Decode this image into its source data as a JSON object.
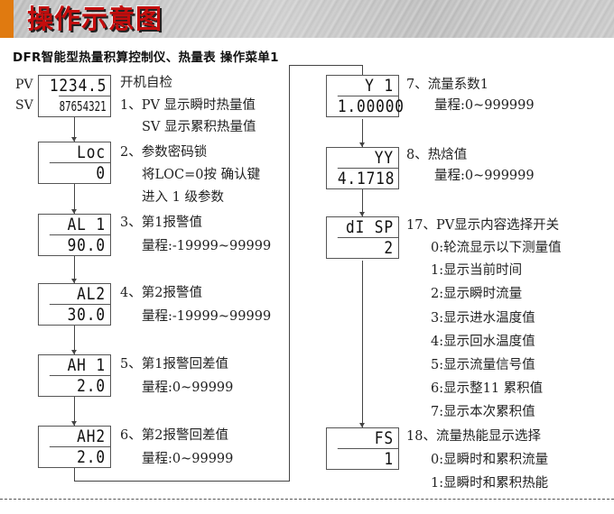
{
  "header": {
    "title": "操作示意图",
    "accent_color": "#e07a10",
    "title_color": "#c40d0d"
  },
  "subtitle": "DFR智能型热量积算控制仪、热量表  操作菜单1",
  "left_column": [
    {
      "id": "self-test",
      "labels": [
        "PV",
        "SV"
      ],
      "display": [
        "1234.5",
        "87654321"
      ],
      "desc": [
        "开机自检",
        "1、PV 显示瞬时热量值",
        "SV 显示累积热量值"
      ]
    },
    {
      "id": "loc",
      "display": [
        "Loc",
        "0"
      ],
      "desc": [
        "2、参数密码锁",
        "将LOC=0按  确认键",
        "进入 1 级参数"
      ]
    },
    {
      "id": "al1",
      "display": [
        "AL 1",
        "90.0"
      ],
      "desc": [
        "3、第1报警值",
        "量程:-19999~99999"
      ]
    },
    {
      "id": "al2",
      "display": [
        "AL2",
        "30.0"
      ],
      "desc": [
        "4、第2报警值",
        "量程:-19999~99999"
      ]
    },
    {
      "id": "ah1",
      "display": [
        "AH 1",
        "2.0"
      ],
      "desc": [
        "5、第1报警回差值",
        "量程:0~99999"
      ]
    },
    {
      "id": "ah2",
      "display": [
        "AH2",
        "2.0"
      ],
      "desc": [
        "6、第2报警回差值",
        "量程:0~99999"
      ]
    }
  ],
  "right_column": [
    {
      "id": "y1",
      "display": [
        "Y 1",
        "1.00000"
      ],
      "desc": [
        "7、流量系数1",
        "量程:0~999999"
      ]
    },
    {
      "id": "yy",
      "display": [
        "YY",
        "4.1718"
      ],
      "desc": [
        "8、热焓值",
        "量程:0~999999"
      ]
    },
    {
      "id": "disp",
      "display": [
        "dI SP",
        "2"
      ],
      "desc": [
        "17、PV显示内容选择开关",
        "0:轮流显示以下测量值",
        "1:显示当前时间",
        "2:显示瞬时流量",
        "3:显示进水温度值",
        "4:显示回水温度值",
        "5:显示流量信号值",
        "6:显示整11 累积值",
        "7:显示本次累积值"
      ]
    },
    {
      "id": "fs",
      "display": [
        "FS",
        "1"
      ],
      "desc": [
        "18、流量热能显示选择",
        "0:显瞬时和累积流量",
        "1:显瞬时和累积热能"
      ]
    }
  ]
}
